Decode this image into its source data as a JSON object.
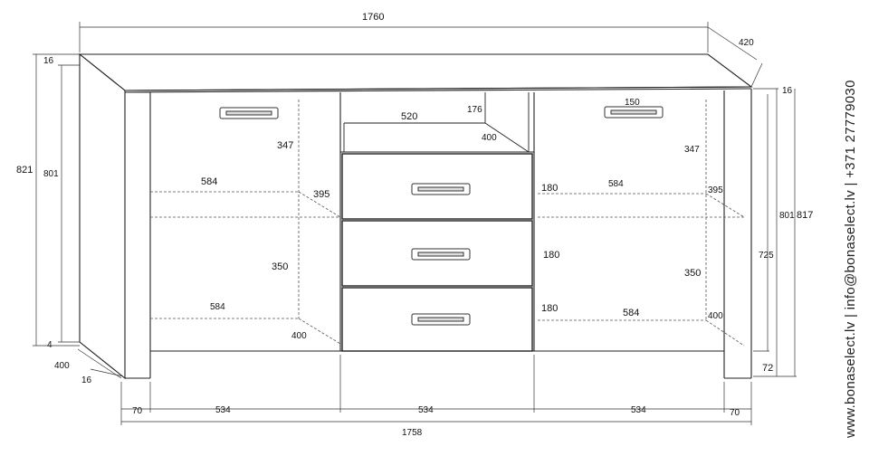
{
  "diagram": {
    "top": {
      "width": "1760",
      "depth": "420"
    },
    "left_side": {
      "total_height": "821",
      "side_height": "801",
      "top_thickness": "16",
      "plinth": "4",
      "depth": "400",
      "thickness": "16"
    },
    "right_side": {
      "top_thickness": "16",
      "side_height": "801",
      "total_height": "817",
      "inner_height": "725",
      "plinth": "72"
    },
    "left_compartment": {
      "upper_height": "347",
      "shelf_width": "584",
      "shelf_depth": "395",
      "lower_height": "350",
      "bottom_width": "584",
      "bottom_depth": "400"
    },
    "center_niche": {
      "width": "520",
      "height": "176",
      "depth": "400"
    },
    "drawers": [
      "180",
      "180",
      "180"
    ],
    "right_compartment": {
      "handle_width": "150",
      "upper_height": "347",
      "shelf_width": "584",
      "shelf_depth": "395",
      "lower_height": "350",
      "bottom_width": "584",
      "bottom_depth": "400"
    },
    "bottom": {
      "left_offset": "70",
      "section1": "534",
      "section2": "534",
      "section3": "534",
      "right_offset": "70",
      "total": "1758"
    }
  },
  "contact": "www.bonaselect.lv  |  info@bonaselect.lv  |  +371 27779030"
}
